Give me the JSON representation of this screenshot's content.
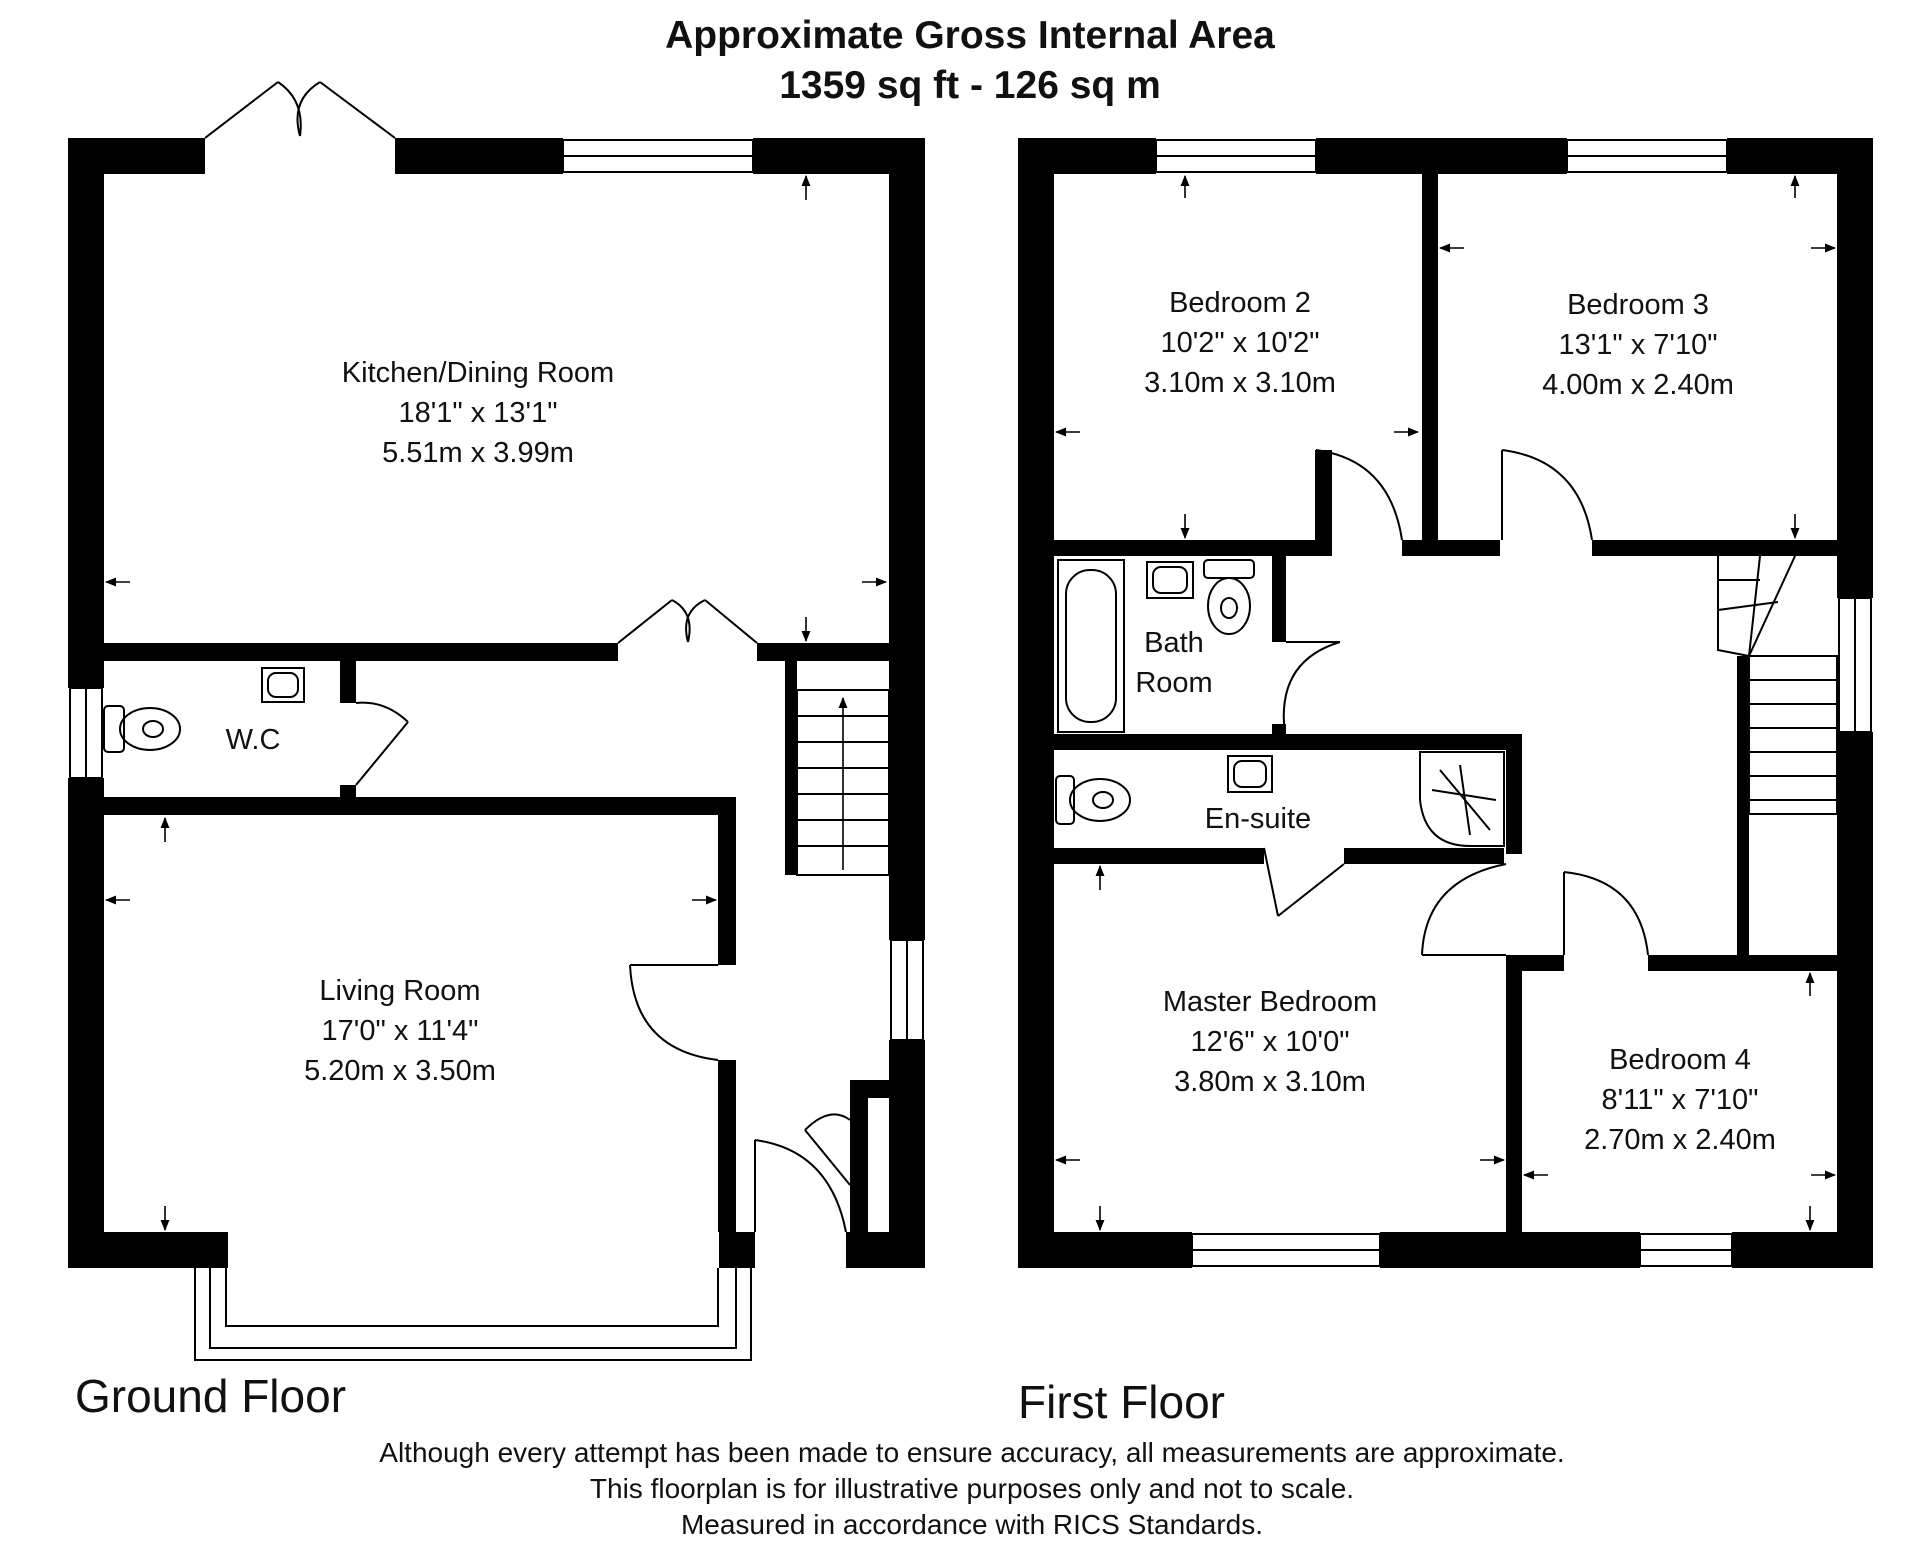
{
  "header": {
    "title_line1": "Approximate Gross Internal Area",
    "title_line2": "1359 sq ft - 126 sq m"
  },
  "ground_floor": {
    "label": "Ground Floor",
    "rooms": {
      "kitchen": {
        "name": "Kitchen/Dining Room",
        "imperial": "18'1\" x 13'1\"",
        "metric": "5.51m x 3.99m"
      },
      "wc": {
        "name": "W.C"
      },
      "living": {
        "name": "Living Room",
        "imperial": "17'0\" x 11'4\"",
        "metric": "5.20m x 3.50m"
      }
    }
  },
  "first_floor": {
    "label": "First Floor",
    "rooms": {
      "bedroom2": {
        "name": "Bedroom 2",
        "imperial": "10'2\" x 10'2\"",
        "metric": "3.10m x 3.10m"
      },
      "bedroom3": {
        "name": "Bedroom 3",
        "imperial": "13'1\" x 7'10\"",
        "metric": "4.00m x 2.40m"
      },
      "bath": {
        "name_line1": "Bath",
        "name_line2": "Room"
      },
      "ensuite": {
        "name": "En-suite"
      },
      "master": {
        "name": "Master Bedroom",
        "imperial": "12'6\" x 10'0\"",
        "metric": "3.80m x 3.10m"
      },
      "bedroom4": {
        "name": "Bedroom 4",
        "imperial": "8'11\" x 7'10\"",
        "metric": "2.70m x 2.40m"
      }
    }
  },
  "footer": {
    "line1": "Although every attempt has been made to ensure accuracy, all measurements are approximate.",
    "line2": "This floorplan is for illustrative purposes only and not to scale.",
    "line3": "Measured in accordance with RICS Standards."
  }
}
